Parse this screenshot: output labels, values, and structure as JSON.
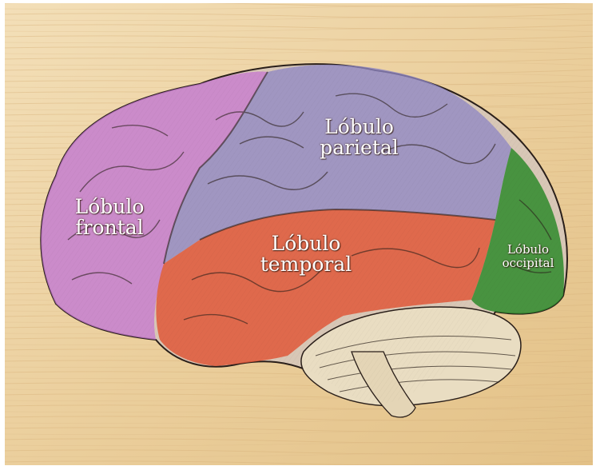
{
  "diagram": {
    "lobes": [
      {
        "id": "frontal",
        "line1": "Lóbulo",
        "line2": "frontal",
        "color": "#c77ad0"
      },
      {
        "id": "parietal",
        "line1": "Lóbulo",
        "line2": "parietal",
        "color": "#8f88c4"
      },
      {
        "id": "temporal",
        "line1": "Lóbulo",
        "line2": "temporal",
        "color": "#e0583a"
      },
      {
        "id": "occipital",
        "line1": "Lóbulo",
        "line2": "occipital",
        "color": "#2f8a2c"
      }
    ],
    "colors": {
      "wood_light": "#f0d9b0",
      "wood_mid": "#e6c792",
      "cerebellum": "#e8dcc0",
      "ink": "#2a1f1a",
      "frame": "#ffffff"
    }
  }
}
